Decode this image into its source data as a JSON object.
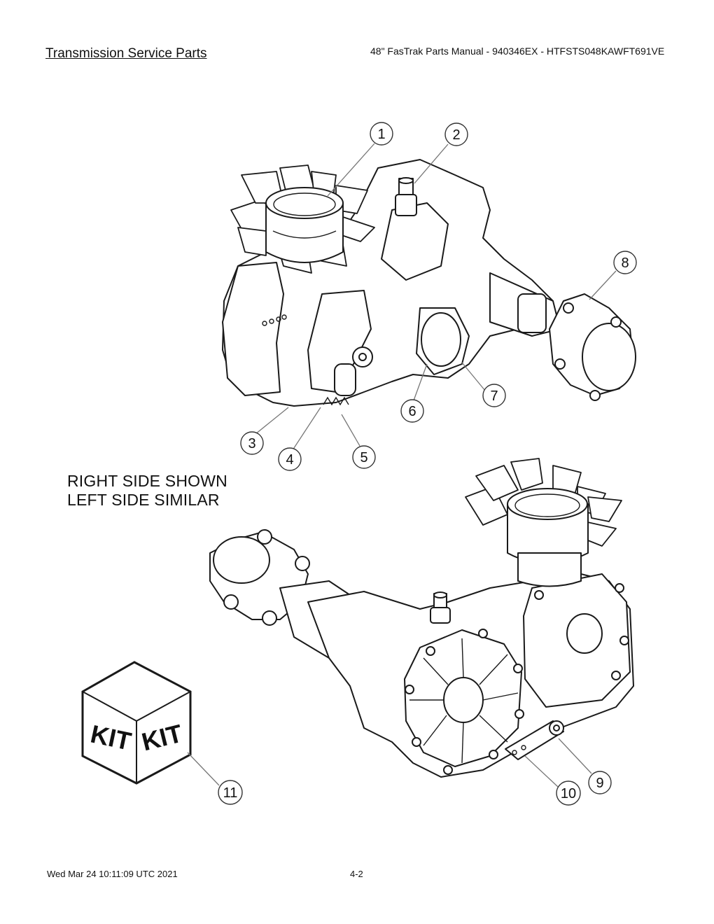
{
  "header": {
    "title": "Transmission Service Parts",
    "manual": "48\" FasTrak Parts Manual - 940346EX - HTFSTS048KAWFT691VE"
  },
  "note": {
    "line1": "RIGHT SIDE SHOWN",
    "line2": "LEFT SIDE SIMILAR"
  },
  "kit": {
    "label_left": "KIT",
    "label_right": "KIT"
  },
  "callouts": [
    "1",
    "2",
    "3",
    "4",
    "5",
    "6",
    "7",
    "8",
    "9",
    "10",
    "11"
  ],
  "footer": {
    "timestamp": "Wed Mar 24 10:11:09 UTC 2021",
    "page": "4-2"
  }
}
